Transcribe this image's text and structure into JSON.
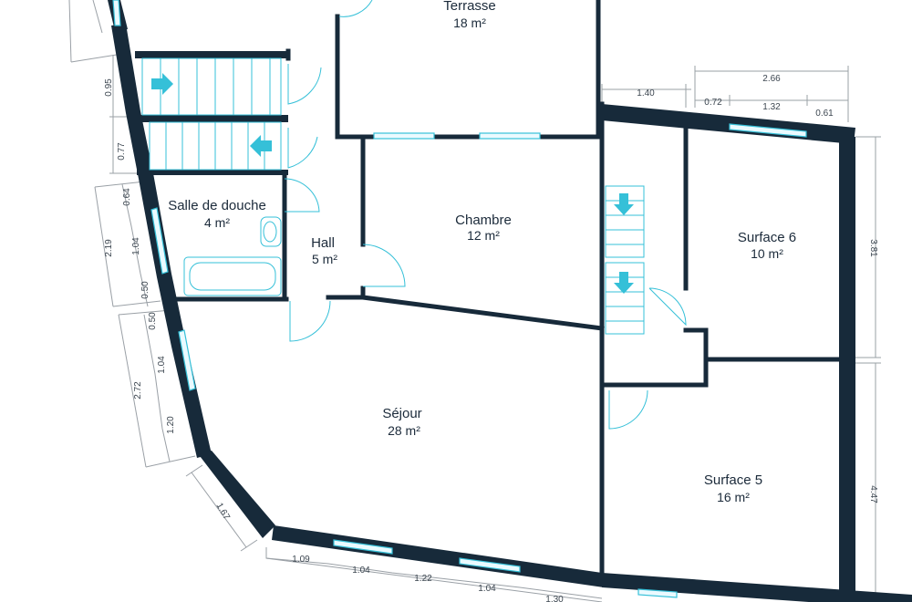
{
  "colors": {
    "wall": "#172a3a",
    "accent": "#35c0d8",
    "dimension": "#9aa0a6",
    "text": "#1b2a3a"
  },
  "rooms": {
    "terrasse": {
      "name": "Terrasse",
      "area": "18 m²"
    },
    "salle_de_douche": {
      "name": "Salle de douche",
      "area": "4 m²"
    },
    "hall": {
      "name": "Hall",
      "area": "5 m²"
    },
    "chambre": {
      "name": "Chambre",
      "area": "12 m²"
    },
    "surface_6": {
      "name": "Surface 6",
      "area": "10 m²"
    },
    "sejour": {
      "name": "Séjour",
      "area": "28 m²"
    },
    "surface_5": {
      "name": "Surface 5",
      "area": "16 m²"
    }
  },
  "dimensions": {
    "left_095": "0.95",
    "left_077": "0.77",
    "left_064": "0.64",
    "left_219": "2.19",
    "left_104a": "1.04",
    "left_050a": "0.50",
    "left_050b": "0.50",
    "left_272": "2.72",
    "left_104b": "1.04",
    "left_120": "1.20",
    "diag_167": "1.67",
    "bottom_109": "1.09",
    "bottom_104a": "1.04",
    "bottom_122": "1.22",
    "bottom_104b": "1.04",
    "bottom_130": "1.30",
    "top_140": "1.40",
    "top_266": "2.66",
    "top_072": "0.72",
    "top_132": "1.32",
    "top_061": "0.61",
    "right_381": "3.81",
    "right_447": "4.47"
  },
  "icons": [
    "arrow-right-icon",
    "arrow-left-icon",
    "arrow-down-icon",
    "washbasin-icon",
    "bathtub-icon"
  ]
}
